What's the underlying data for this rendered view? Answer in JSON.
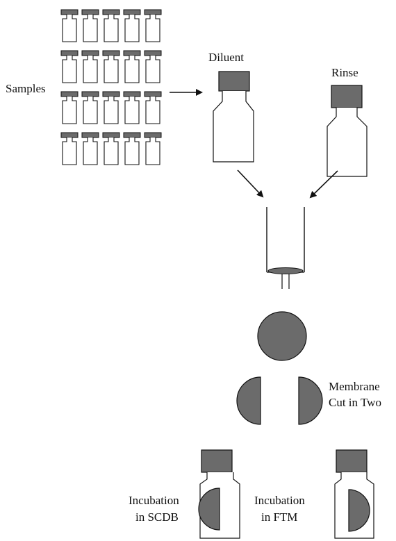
{
  "labels": {
    "samples": "Samples",
    "diluent": "Diluent",
    "rinse": "Rinse",
    "membrane_line1": "Membrane",
    "membrane_line2": "Cut in Two",
    "scdb_line1": "Incubation",
    "scdb_line2": "in SCDB",
    "ftm_line1": "Incubation",
    "ftm_line2": "in FTM"
  },
  "sample_grid": {
    "rows": 4,
    "columns": 5
  },
  "colors": {
    "fill": "#6b6b6b",
    "stroke": "#111111",
    "background": "#ffffff"
  }
}
